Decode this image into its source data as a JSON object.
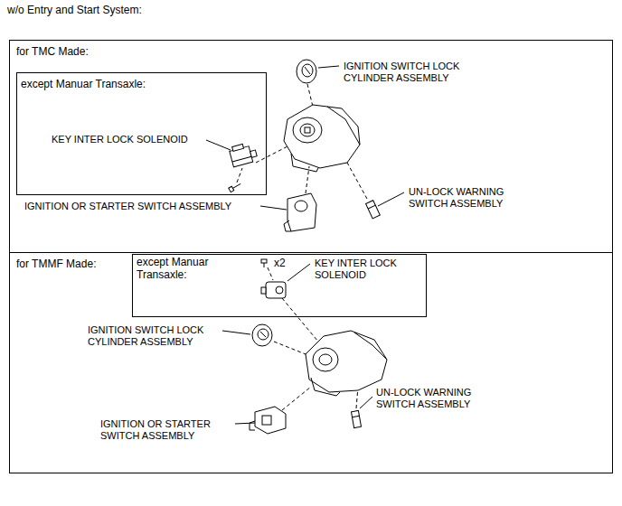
{
  "diagram": {
    "title": "w/o Entry and Start System:",
    "nodes": [
      {
        "text": [
          "for TMC Made:"
        ]
      },
      {
        "text": [
          "except Manuar Transaxle:"
        ],
        "in": 0
      },
      {
        "text": [
          "for TMMF Made:"
        ]
      },
      {
        "text": [
          "except Manuar Transaxle:"
        ],
        "in": 2
      }
    ],
    "labels": [
      "KEY INTER LOCK SOLENOID",
      "IGNITION SWITCH LOCK CYLINDER ASSEMBLY",
      "IGNITION OR STARTER SWITCH ASSEMBLY",
      "UN-LOCK WARNING SWITCH ASSEMBLY",
      "x2",
      "KEY INTER LOCK SOLENOID",
      "IGNITION SWITCH LOCK CYLINDER ASSEMBLY",
      "UN-LOCK WARNING SWITCH ASSEMBLY",
      "IGNITION OR STARTER SWITCH ASSEMBLY"
    ]
  }
}
